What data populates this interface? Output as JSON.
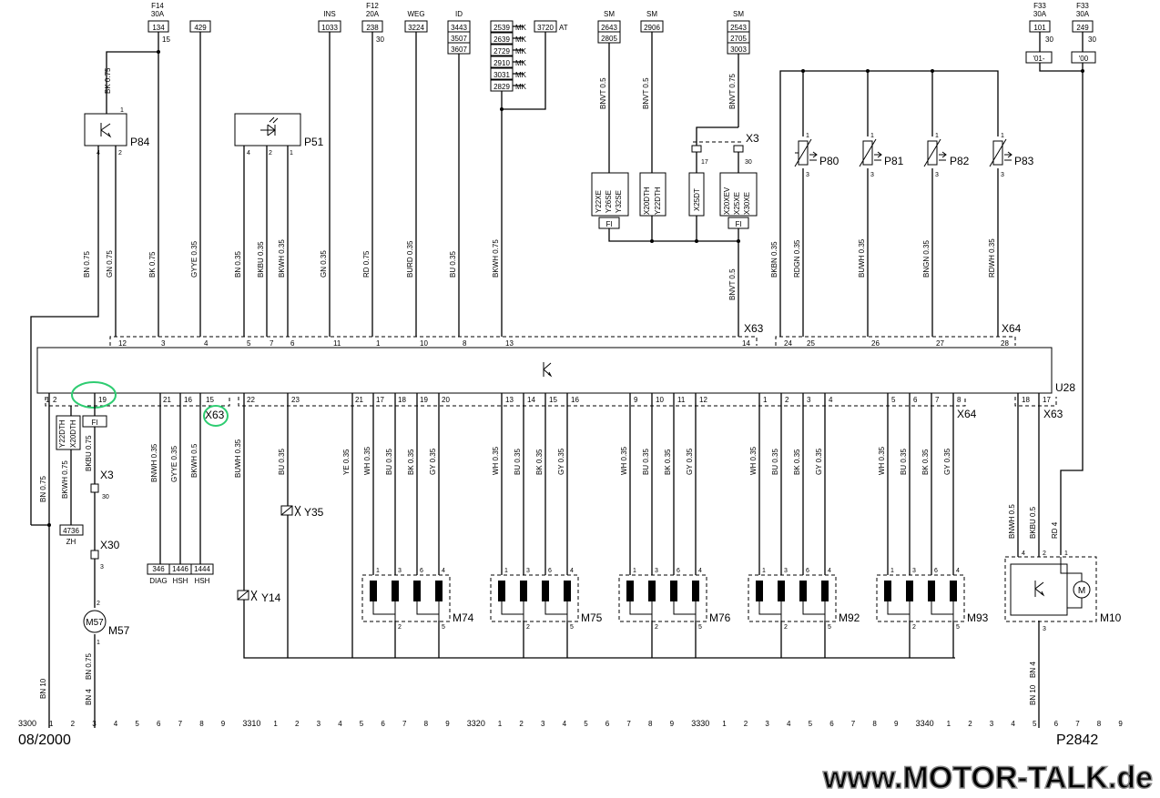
{
  "footer": {
    "date": "08/2000",
    "page_code": "P2842",
    "watermark": "www.MOTOR-TALK.de",
    "rail_start": "3300",
    "rail_markers": [
      {
        "label": "3300",
        "after": [
          1,
          2,
          3,
          4,
          5,
          6,
          7,
          8,
          9
        ]
      },
      {
        "label": "3310",
        "after": [
          1,
          2,
          3,
          4,
          5,
          6,
          7,
          8,
          9
        ]
      },
      {
        "label": "3320",
        "after": [
          1,
          2,
          3,
          4,
          5,
          6,
          7,
          8,
          9
        ]
      },
      {
        "label": "3330",
        "after": [
          1,
          2,
          3,
          4,
          5,
          6,
          7,
          8,
          9
        ]
      },
      {
        "label": "3340",
        "after": [
          1,
          2,
          3,
          4,
          5,
          6,
          7,
          8,
          9
        ]
      }
    ]
  },
  "top_refs": {
    "f14": {
      "fuse": "F14",
      "amp": "30A",
      "box": "134",
      "pin": "15"
    },
    "r429": "429",
    "ins": {
      "label": "INS",
      "box": "1033"
    },
    "f12": {
      "fuse": "F12",
      "amp": "20A",
      "box": "238",
      "pin": "30"
    },
    "weg": {
      "label": "WEG",
      "box": "3224"
    },
    "id": {
      "label": "ID",
      "boxes": [
        "3443",
        "3507",
        "3607"
      ]
    },
    "mk": {
      "boxes": [
        "2539",
        "2639",
        "2729",
        "2910",
        "3031",
        "2829"
      ],
      "tag": "MK",
      "at_box": "3720",
      "at_tag": "AT"
    },
    "sm1": {
      "label": "SM",
      "boxes": [
        "2643",
        "2805"
      ]
    },
    "sm2": {
      "label": "SM",
      "boxes": [
        "2906"
      ]
    },
    "sm3": {
      "label": "SM",
      "boxes": [
        "2543",
        "2705",
        "3003"
      ]
    },
    "f33a": {
      "fuse": "F33",
      "amp": "30A",
      "box": "101",
      "pin": "30",
      "tag": "'01-"
    },
    "f33b": {
      "fuse": "F33",
      "amp": "30A",
      "box": "249",
      "pin": "30",
      "tag": "'00"
    }
  },
  "components": {
    "p84": "P84",
    "p51": "P51",
    "x3": "X3",
    "x30": "X30",
    "m57": "M57",
    "y35": "Y35",
    "y14": "Y14",
    "u28": "U28",
    "x63": "X63",
    "x64": "X64",
    "p80": "P80",
    "p81": "P81",
    "p82": "P82",
    "p83": "P83",
    "m74": "M74",
    "m75": "M75",
    "m76": "M76",
    "m92": "M92",
    "m93": "M93",
    "m10": "M10",
    "fi": "FI",
    "zh_box": "4736",
    "zh": "ZH",
    "diag_boxes": [
      "346",
      "1446",
      "1444"
    ],
    "diag_labels": [
      "DIAG",
      "HSH",
      "HSH"
    ],
    "eng1": [
      "Y22XE",
      "Y26SE",
      "Y32SE"
    ],
    "eng2": [
      "X20DTH",
      "Y22DTH"
    ],
    "eng3": [
      "X25DT"
    ],
    "eng4": [
      "X20XEV",
      "X25XE",
      "X30XE"
    ],
    "eng5": [
      "Y22DTH",
      "X20DTH"
    ]
  },
  "wires_top": [
    {
      "label": "BN 0.75"
    },
    {
      "label": "GN 0.75"
    },
    {
      "label": "BK 0.75"
    },
    {
      "label": "GYYE 0.35"
    },
    {
      "label": "BN 0.35"
    },
    {
      "label": "BKBU 0.35"
    },
    {
      "label": "BKWH 0.35"
    },
    {
      "label": "GN 0.35"
    },
    {
      "label": "RD 0.75"
    },
    {
      "label": "BURD 0.35"
    },
    {
      "label": "BU 0.35"
    },
    {
      "label": "BKWH 0.75"
    },
    {
      "label": "BNVT 0.5"
    },
    {
      "label": "BNVT 0.5"
    },
    {
      "label": "BNVT 0.75"
    },
    {
      "label": "BNVT 0.5"
    },
    {
      "label": "BKBN 0.35"
    },
    {
      "label": "RDGN 0.35"
    },
    {
      "label": "BUWH 0.35"
    },
    {
      "label": "BNGN 0.35"
    },
    {
      "label": "RDWH 0.35"
    },
    {
      "label": "BK 0.75"
    }
  ],
  "wires_bottom": [
    {
      "label": "BN 0.75"
    },
    {
      "label": "BKWH 0.75"
    },
    {
      "label": "BKBU 0.75"
    },
    {
      "label": "BNWH 0.35"
    },
    {
      "label": "GYYE 0.35"
    },
    {
      "label": "BKWH 0.5"
    },
    {
      "label": "BUWH 0.35"
    },
    {
      "label": "BU 0.35"
    },
    {
      "label": "YE 0.35"
    },
    {
      "label": "WH 0.35"
    },
    {
      "label": "BU 0.35"
    },
    {
      "label": "BK 0.35"
    },
    {
      "label": "GY 0.35"
    },
    {
      "label": "BNWH 0.5"
    },
    {
      "label": "BKBU 0.5"
    },
    {
      "label": "RD 4"
    },
    {
      "label": "BN 10"
    },
    {
      "label": "BN 0.75"
    },
    {
      "label": "BN 4"
    },
    {
      "label": "BN 4"
    },
    {
      "label": "BN 10"
    }
  ],
  "top_pins_x63": [
    "12",
    "3",
    "4",
    "5",
    "7",
    "6",
    "11",
    "1",
    "10",
    "8",
    "13",
    "14"
  ],
  "top_pins_x64": [
    "24",
    "25",
    "26",
    "27",
    "28"
  ],
  "bottom_pins_x63a": [
    "1",
    "2",
    "19",
    "21",
    "16",
    "15"
  ],
  "bottom_pins_x64": [
    "22",
    "23",
    "21",
    "17",
    "18",
    "19",
    "20",
    "13",
    "14",
    "15",
    "16",
    "9",
    "10",
    "11",
    "12",
    "1",
    "2",
    "3",
    "4",
    "5",
    "6",
    "7",
    "8"
  ],
  "bottom_pins_x63b": [
    "18",
    "17"
  ],
  "misc_pins": [
    "1",
    "2",
    "3",
    "4",
    "7",
    "16",
    "17",
    "30"
  ]
}
